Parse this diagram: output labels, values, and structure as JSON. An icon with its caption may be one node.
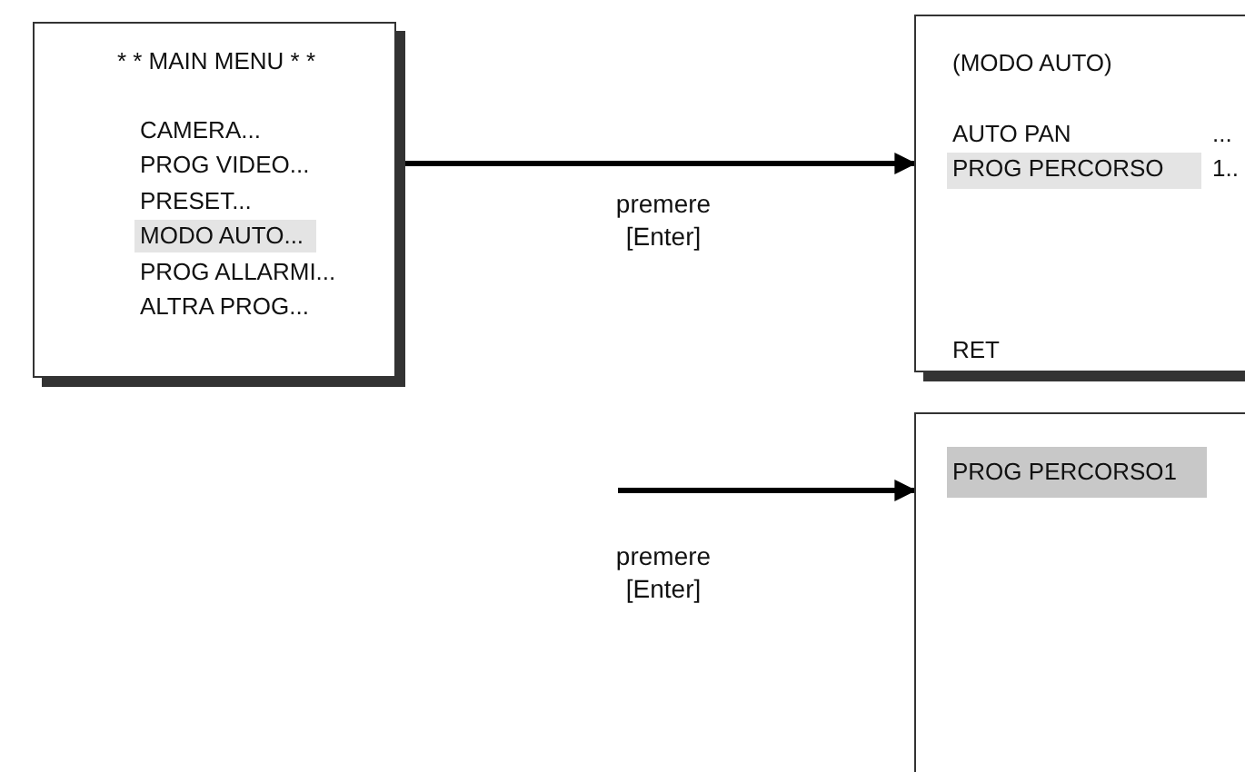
{
  "diagram": {
    "nodes": [
      {
        "text": [
          "* * MAIN MENU * *",
          "CAMERA...",
          "PROG VIDEO...",
          "PRESET...",
          "PROG ALLARMI...",
          "ALTRA PROG..."
        ]
      },
      {
        "text": [
          "MODO AUTO..."
        ],
        "in": 0
      },
      {
        "text": [
          "(MODO AUTO)",
          "AUTO PAN",
          "...",
          "1..",
          "RET"
        ]
      },
      {
        "text": [
          "PROG PERCORSO"
        ],
        "in": 2
      },
      {
        "text": [],
        "shape": "box"
      },
      {
        "text": [
          "PROG PERCORSO1"
        ],
        "in": 4
      }
    ],
    "edges": [
      {
        "from": 0,
        "to": 2,
        "arrow": "to",
        "label": "premere [Enter]"
      },
      {
        "from": null,
        "to": 4,
        "arrow": "to",
        "label": "premere [Enter]"
      }
    ]
  }
}
